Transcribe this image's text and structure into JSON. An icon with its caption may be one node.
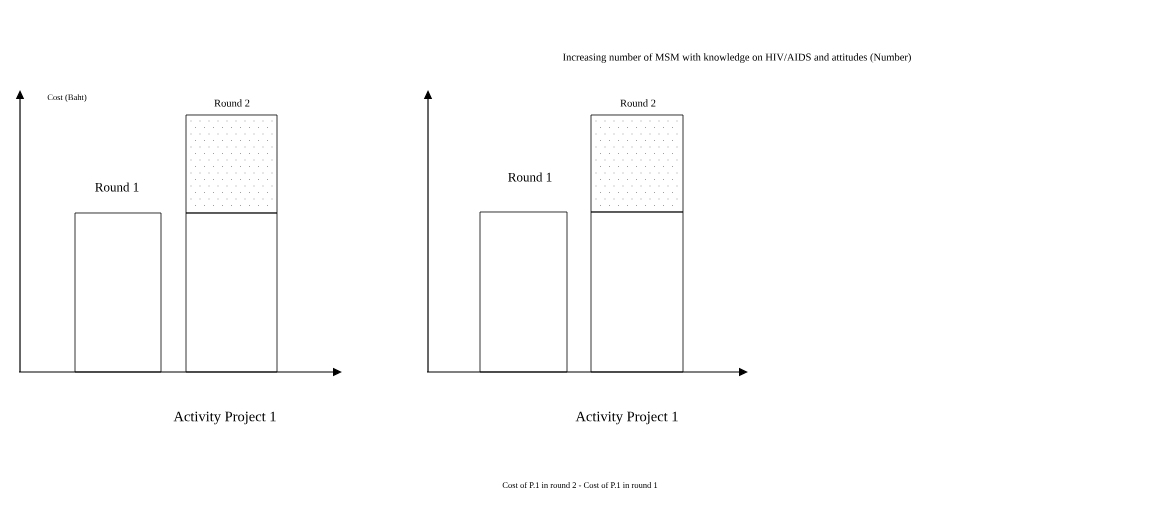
{
  "diagram": {
    "labels": [
      "Cost (Baht)",
      "Increasing number of MSM with knowledge on HIV/AIDS and attitudes (Number)",
      "Round 2",
      "Round 2",
      "Round 1",
      "Round 1",
      "Activity Project 1",
      "Activity Project 1",
      "Cost of P.1 in round 2 - Cost of P.1 in round 1"
    ]
  }
}
